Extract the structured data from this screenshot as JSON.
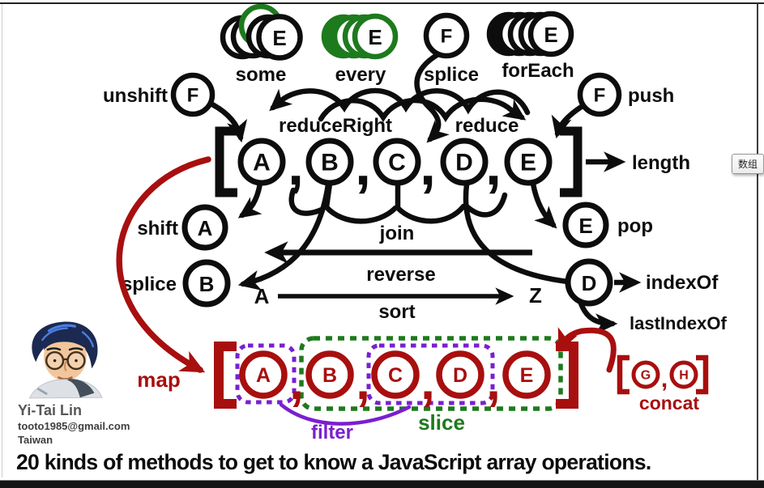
{
  "page": {
    "heading": "20 kinds of methods to get to know a JavaScript array operations.",
    "tooltip_text": "数组"
  },
  "author": {
    "name": "Yi-Tai Lin",
    "email": "tooto1985@gmail.com",
    "location": "Taiwan"
  },
  "colors": {
    "red": "#a80f0f",
    "green": "#1d7a1d",
    "purple": "#7a1fd0",
    "black": "#0d0d0d"
  },
  "symbols": {
    "comma": ",",
    "bracket_left": "[",
    "bracket_right": "]"
  },
  "top_methods": [
    {
      "label": "some",
      "element": "E"
    },
    {
      "label": "every",
      "element": "E"
    },
    {
      "label": "splice",
      "element": "F"
    },
    {
      "label": "forEach",
      "element": "E"
    }
  ],
  "array": {
    "elements": [
      "A",
      "B",
      "C",
      "D",
      "E"
    ]
  },
  "result_array": {
    "elements": [
      "A",
      "B",
      "C",
      "D",
      "E"
    ]
  },
  "labels": {
    "unshift": "unshift",
    "push": "push",
    "reduceRight": "reduceRight",
    "reduce": "reduce",
    "length": "length",
    "shift": "shift",
    "pop": "pop",
    "splice": "splice",
    "join": "join",
    "reverse": "reverse",
    "sort": "sort",
    "indexOf": "indexOf",
    "lastIndexOf": "lastIndexOf",
    "map": "map",
    "filter": "filter",
    "slice": "slice",
    "concat": "concat"
  },
  "method_elements": {
    "unshift": "F",
    "push": "F",
    "shift": "A",
    "pop": "E",
    "splice": "B",
    "indexOf": "D",
    "sort_from": "A",
    "sort_to": "Z",
    "concat": [
      "G",
      "H"
    ]
  }
}
